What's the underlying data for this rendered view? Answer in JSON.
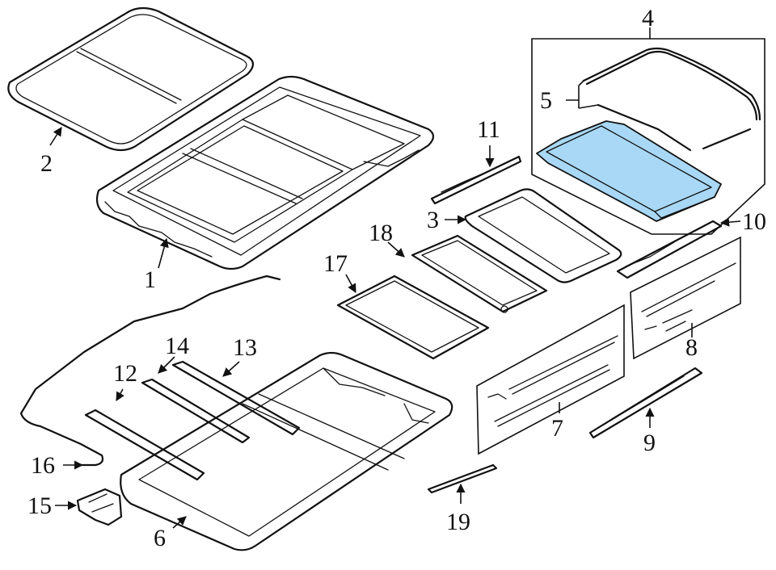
{
  "callouts": {
    "c1": "1",
    "c2": "2",
    "c3": "3",
    "c4": "4",
    "c5": "5",
    "c6": "6",
    "c7": "7",
    "c8": "8",
    "c9": "9",
    "c10": "10",
    "c11": "11",
    "c12": "12",
    "c13": "13",
    "c14": "14",
    "c15": "15",
    "c16": "16",
    "c17": "17",
    "c18": "18",
    "c19": "19"
  },
  "colors": {
    "highlight_fill": "#a8d8f5",
    "line": "#111111",
    "background": "#ffffff"
  },
  "highlighted_part": "4"
}
